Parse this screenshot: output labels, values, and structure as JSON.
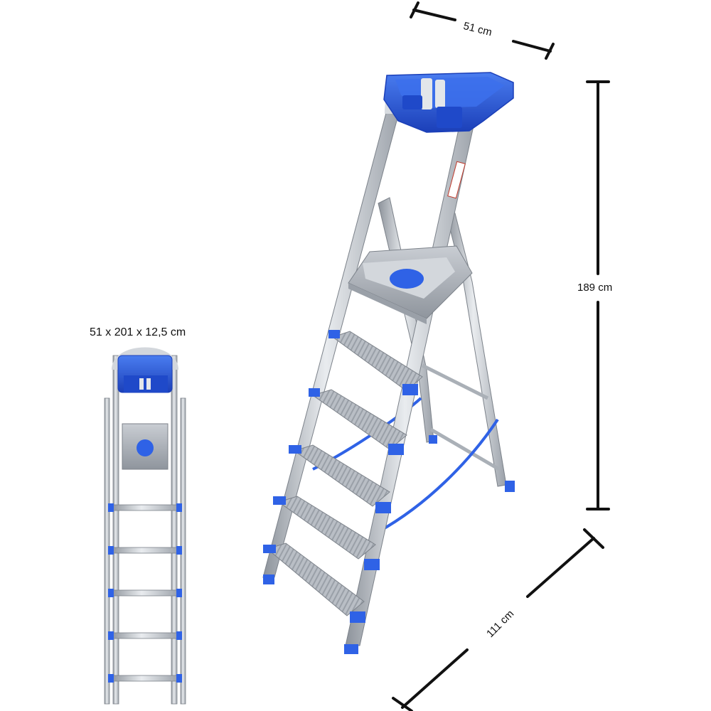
{
  "product": {
    "type": "aluminium step ladder with tool tray",
    "colors": {
      "accent": "#2f62e6",
      "accent_dark": "#1b3fb8",
      "aluminium": "#c9cdd3",
      "aluminium_dark": "#8d939b",
      "dimension_line": "#111111"
    },
    "steps_count": 6
  },
  "dimensions": {
    "width": "51 cm",
    "height": "189 cm",
    "depth": "111 cm",
    "folded": "51 x 201 x 12,5 cm"
  },
  "icons": [
    "ladder-open-image",
    "ladder-folded-image",
    "dimension-arrow"
  ]
}
